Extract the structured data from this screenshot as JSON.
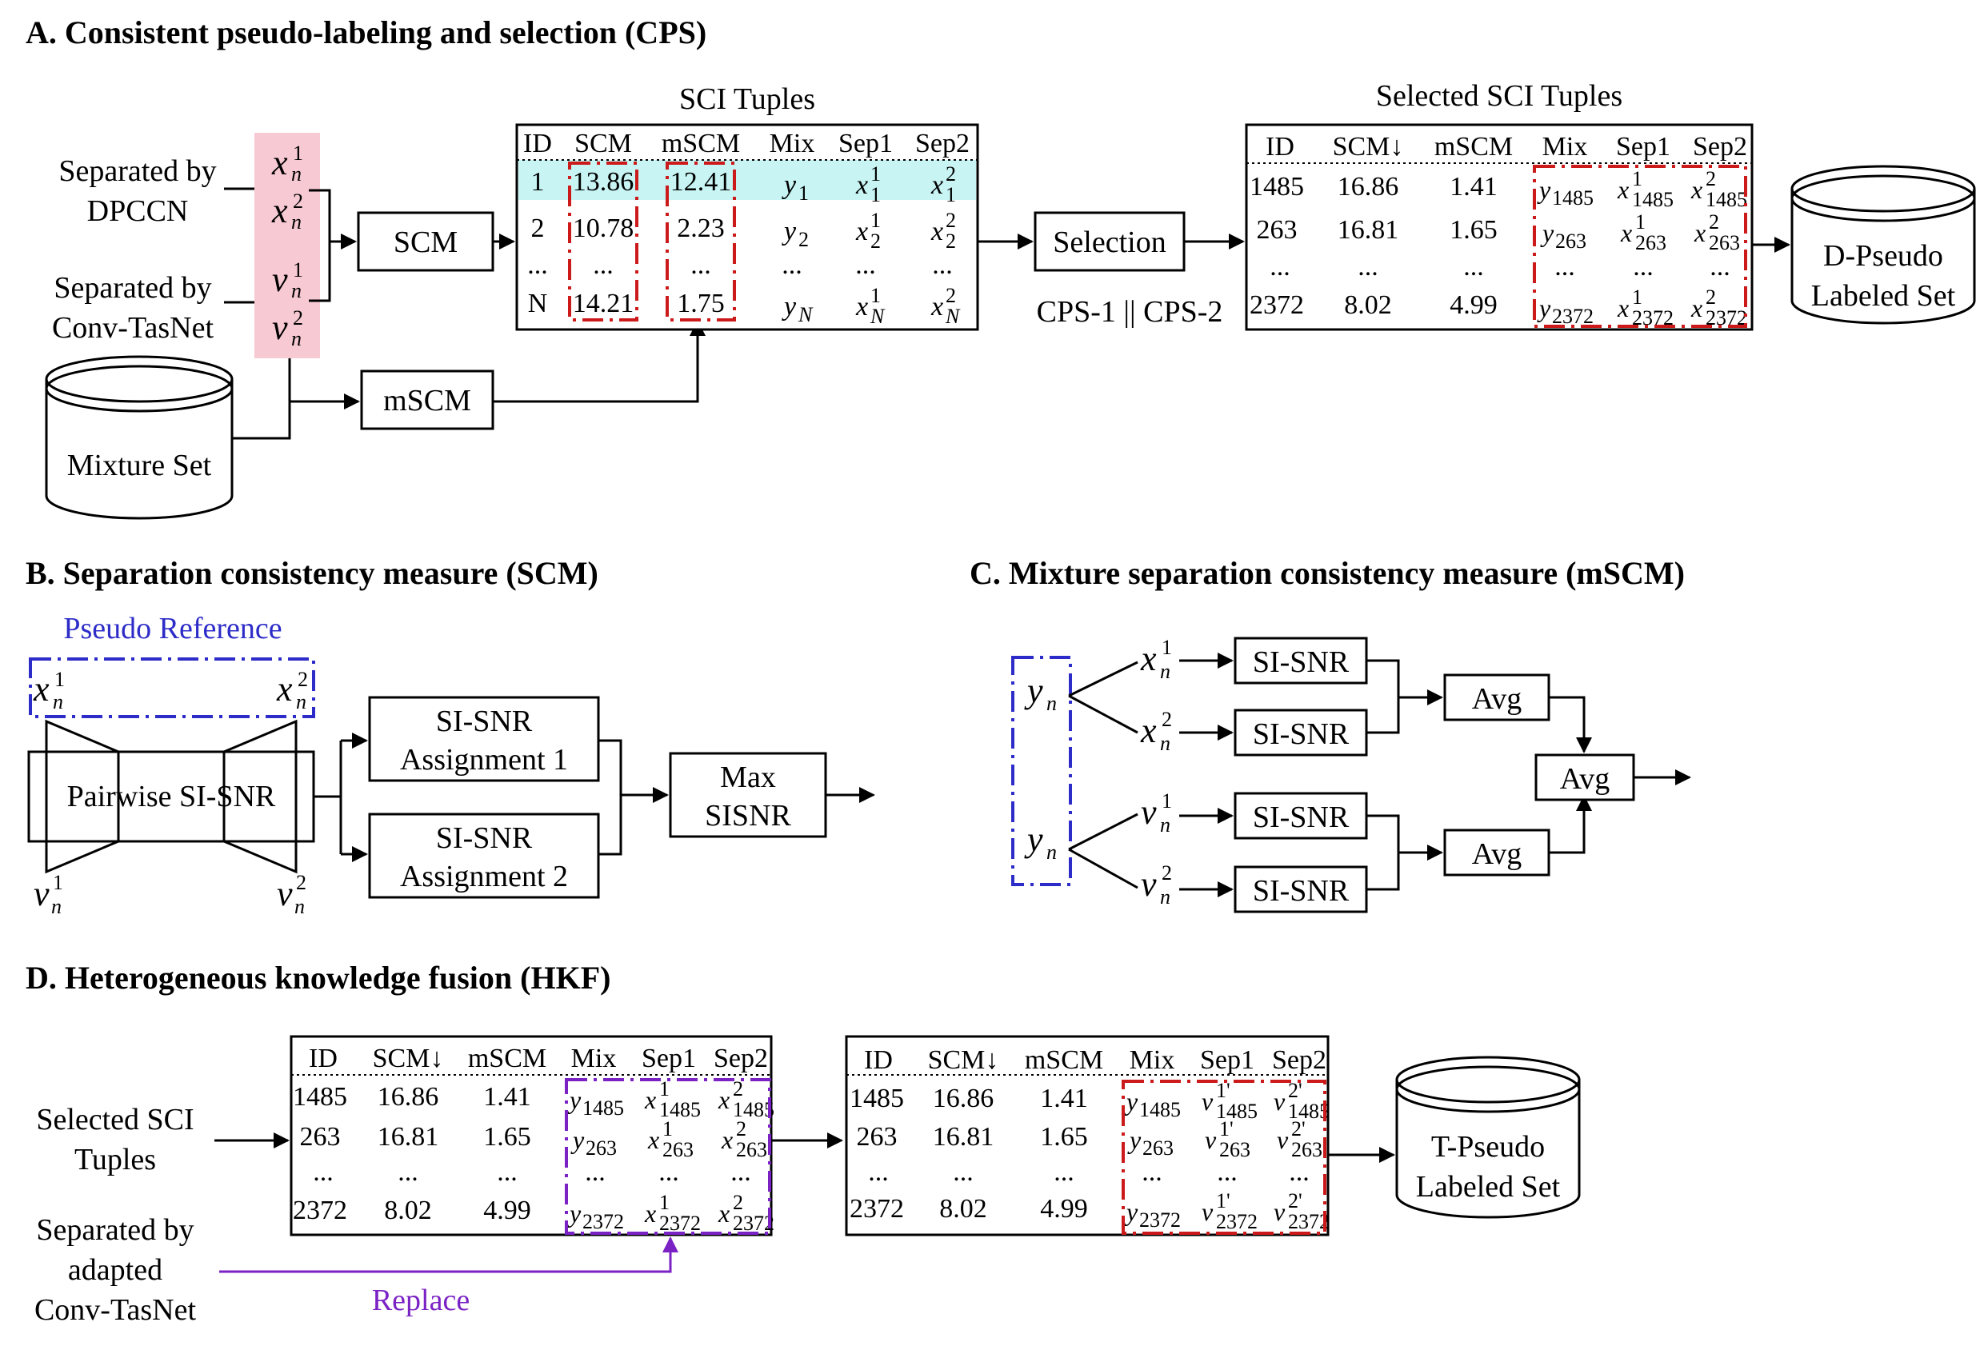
{
  "sections": {
    "a": "A. Consistent pseudo-labeling and selection (CPS)",
    "b": "B. Separation consistency measure (SCM)",
    "c": "C. Mixture separation consistency measure (mSCM)",
    "d": "D. Heterogeneous  knowledge fusion (HKF)"
  },
  "cps": {
    "sep_dpccn_1": "Separated by",
    "sep_dpccn_2": "DPCCN",
    "sep_conv_1": "Separated by",
    "sep_conv_2": "Conv-TasNet",
    "mixture_set": "Mixture Set",
    "scm_box": "SCM",
    "mscm_box": "mSCM",
    "selection_box": "Selection",
    "cps_modes": "CPS-1 || CPS-2",
    "sci_title": "SCI Tuples",
    "selected_title": "Selected SCI Tuples",
    "dpseudo_1": "D-Pseudo",
    "dpseudo_2": "Labeled Set",
    "sci_headers": [
      "ID",
      "SCM",
      "mSCM",
      "Mix",
      "Sep1",
      "Sep2"
    ],
    "sci_rows": [
      [
        "1",
        "13.86",
        "12.41"
      ],
      [
        "2",
        "10.78",
        "2.23"
      ],
      [
        "...",
        "...",
        "..."
      ],
      [
        "N",
        "14.21",
        "1.75"
      ]
    ],
    "sel_headers": [
      "ID",
      "SCM↓",
      "mSCM",
      "Mix",
      "Sep1",
      "Sep2"
    ],
    "sel_rows": [
      [
        "1485",
        "16.86",
        "1.41"
      ],
      [
        "263",
        "16.81",
        "1.65"
      ],
      [
        "...",
        "...",
        "..."
      ],
      [
        "2372",
        "8.02",
        "4.99"
      ]
    ],
    "ellipsis": "..."
  },
  "scm": {
    "pseudo_ref": "Pseudo Reference",
    "pairwise": "Pairwise SI-SNR",
    "assign1_1": "SI-SNR",
    "assign1_2": "Assignment 1",
    "assign2_1": "SI-SNR",
    "assign2_2": "Assignment 2",
    "max_1": "Max",
    "max_2": "SISNR"
  },
  "mscm": {
    "sisnr": "SI-SNR",
    "avg": "Avg"
  },
  "hkf": {
    "selected_1": "Selected SCI",
    "selected_2": "Tuples",
    "adapted_1": "Separated by",
    "adapted_2": "adapted",
    "adapted_3": "Conv-TasNet",
    "replace": "Replace",
    "tpseudo_1": "T-Pseudo",
    "tpseudo_2": "Labeled Set",
    "headers": [
      "ID",
      "SCM↓",
      "mSCM",
      "Mix",
      "Sep1",
      "Sep2"
    ],
    "rows": [
      [
        "1485",
        "16.86",
        "1.41"
      ],
      [
        "263",
        "16.81",
        "1.65"
      ],
      [
        "...",
        "...",
        "..."
      ],
      [
        "2372",
        "8.02",
        "4.99"
      ]
    ]
  },
  "math": {
    "x": "x",
    "v": "v",
    "y": "y",
    "n": "n",
    "one": "1",
    "two": "2",
    "N": "N",
    "one_p": "1'",
    "two_p": "2'",
    "i1485": "1485",
    "i263": "263",
    "i2372": "2372"
  },
  "colors": {
    "highlight_row": "#c8f4f4",
    "source_band": "#f7c9d3",
    "red_dash": "#cc1a1a",
    "blue_dash": "#2d2cc8",
    "purple": "#7a22c4"
  }
}
